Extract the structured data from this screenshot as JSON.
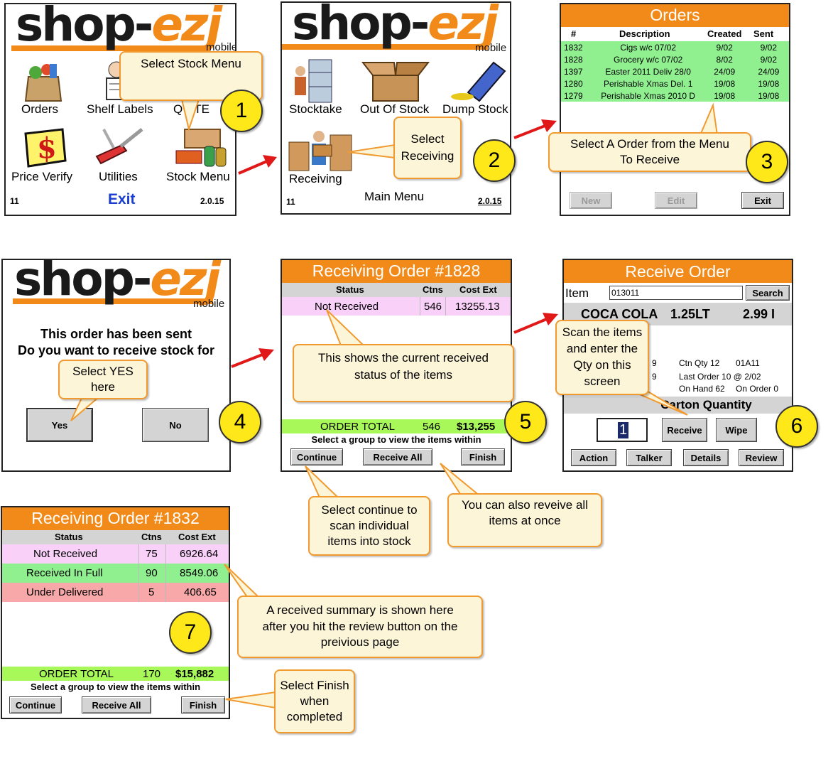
{
  "brand": {
    "shop": "shop-",
    "ezj": "ezj",
    "mobile": "mobile"
  },
  "colors": {
    "orange": "#f28a1a",
    "green": "#90f090",
    "pink": "#f8d0f8",
    "red": "#f8a8a8",
    "lime": "#a8f85a",
    "yellow": "#ffe81a"
  },
  "screen1": {
    "items": [
      "Orders",
      "Shelf Labels",
      "Q STE",
      "Price Verify",
      "Utilities",
      "Stock Menu"
    ],
    "footer_left": "11",
    "exit": "Exit",
    "version": "2.0.15"
  },
  "screen2": {
    "items": [
      "Stocktake",
      "Out Of Stock",
      "Dump Stock",
      "Receiving"
    ],
    "title": "Main Menu",
    "footer_left": "11",
    "version": "2.0.15"
  },
  "screen3": {
    "title": "Orders",
    "columns": [
      "#",
      "Description",
      "Created",
      "Sent"
    ],
    "rows": [
      [
        "1832",
        "Cigs w/c 07/02",
        "9/02",
        "9/02"
      ],
      [
        "1828",
        "Grocery w/c 07/02",
        "8/02",
        "9/02"
      ],
      [
        "1397",
        "Easter 2011 Deliv 28/0",
        "24/09",
        "24/09"
      ],
      [
        "1280",
        "Perishable Xmas Del. 1",
        "19/08",
        "19/08"
      ],
      [
        "1279",
        "Perishable Xmas 2010 D",
        "19/08",
        "19/08"
      ]
    ],
    "btn_new": "New",
    "btn_edit": "Edit",
    "btn_exit": "Exit"
  },
  "screen4": {
    "line1": "This order has been sent",
    "line2": "Do you want to receive stock for",
    "yes": "Yes",
    "no": "No"
  },
  "screen5": {
    "title": "Receiving Order #1828",
    "columns": [
      "Status",
      "Ctns",
      "Cost Ext"
    ],
    "rows": [
      [
        "Not Received",
        "546",
        "13255.13"
      ]
    ],
    "total_label": "ORDER TOTAL",
    "total_ctns": "546",
    "total_cost": "$13,255",
    "hint": "Select a group to view the items within",
    "btn_continue": "Continue",
    "btn_receive_all": "Receive All",
    "btn_finish": "Finish"
  },
  "screen6": {
    "title": "Receive Order",
    "item_label": "Item",
    "item_value": "013011",
    "search": "Search",
    "product": "COCA COLA",
    "size": "1.25LT",
    "price": "2.99 I",
    "left_frag1": "9",
    "left_frag2": "9",
    "ctn_qty": "Ctn Qty 12",
    "loc": "01A11",
    "last_order": "Last Order 10 @ 2/02",
    "on_hand": "On Hand 62",
    "on_order": "On Order 0",
    "carton_head": "Carton Quantity",
    "qty": "1",
    "btn_receive": "Receive",
    "btn_wipe": "Wipe",
    "btn_action": "Action",
    "btn_talker": "Talker",
    "btn_details": "Details",
    "btn_review": "Review"
  },
  "screen7": {
    "title": "Receiving Order #1832",
    "columns": [
      "Status",
      "Ctns",
      "Cost Ext"
    ],
    "rows": [
      [
        "Not Received",
        "75",
        "6926.64"
      ],
      [
        "Received In Full",
        "90",
        "8549.06"
      ],
      [
        "Under Delivered",
        "5",
        "406.65"
      ]
    ],
    "total_label": "ORDER TOTAL",
    "total_ctns": "170",
    "total_cost": "$15,882",
    "hint": "Select a group to view the items within",
    "btn_continue": "Continue",
    "btn_receive_all": "Receive All",
    "btn_finish": "Finish"
  },
  "callouts": {
    "c1": "Select Stock Menu",
    "c2a": "Select",
    "c2b": "Receiving",
    "c3a": "Select A Order from the Menu",
    "c3b": "To Receive",
    "c4a": "Select YES",
    "c4b": "here",
    "c5a": "This shows the current received",
    "c5b": "status of the items",
    "c6a": "Scan the items",
    "c6b": "and enter the",
    "c6c": "Qty on this",
    "c6d": "screen",
    "c_cont_a": "Select continue to",
    "c_cont_b": "scan individual",
    "c_cont_c": "items into stock",
    "c_all_a": "You can also reveive all",
    "c_all_b": "items at once",
    "c7a": "A received summary is shown here",
    "c7b": "after you hit the review button on the",
    "c7c": "preivious page",
    "c_fin_a": "Select Finish",
    "c_fin_b": "when",
    "c_fin_c": "completed"
  },
  "steps": [
    "1",
    "2",
    "3",
    "4",
    "5",
    "6",
    "7"
  ],
  "icons": [
    "grocery-bag-icon",
    "shelf-labels-icon",
    "dollar-tag-icon",
    "pocket-knife-icon",
    "stock-box-icon",
    "shelf-worker-icon",
    "open-box-icon",
    "eraser-icon",
    "receiving-boxes-icon",
    "red-arrow-icon"
  ]
}
